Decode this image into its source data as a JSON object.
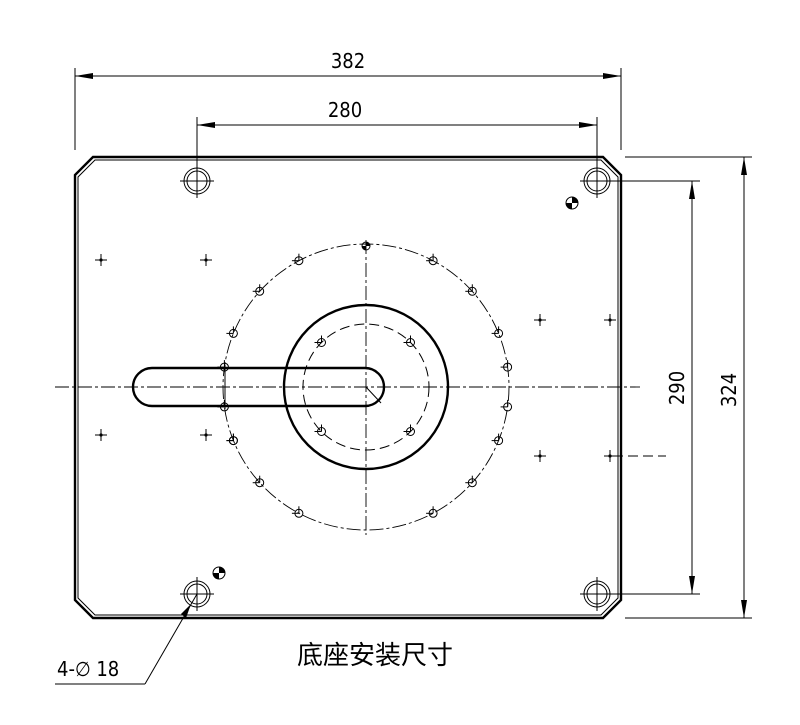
{
  "drawing": {
    "dimensions": {
      "overall_width": "382",
      "hole_spacing_width": "280",
      "hole_spacing_height": "290",
      "overall_height": "324"
    },
    "hole_callout": "4-∅ 18",
    "caption": "底座安装尺寸"
  }
}
